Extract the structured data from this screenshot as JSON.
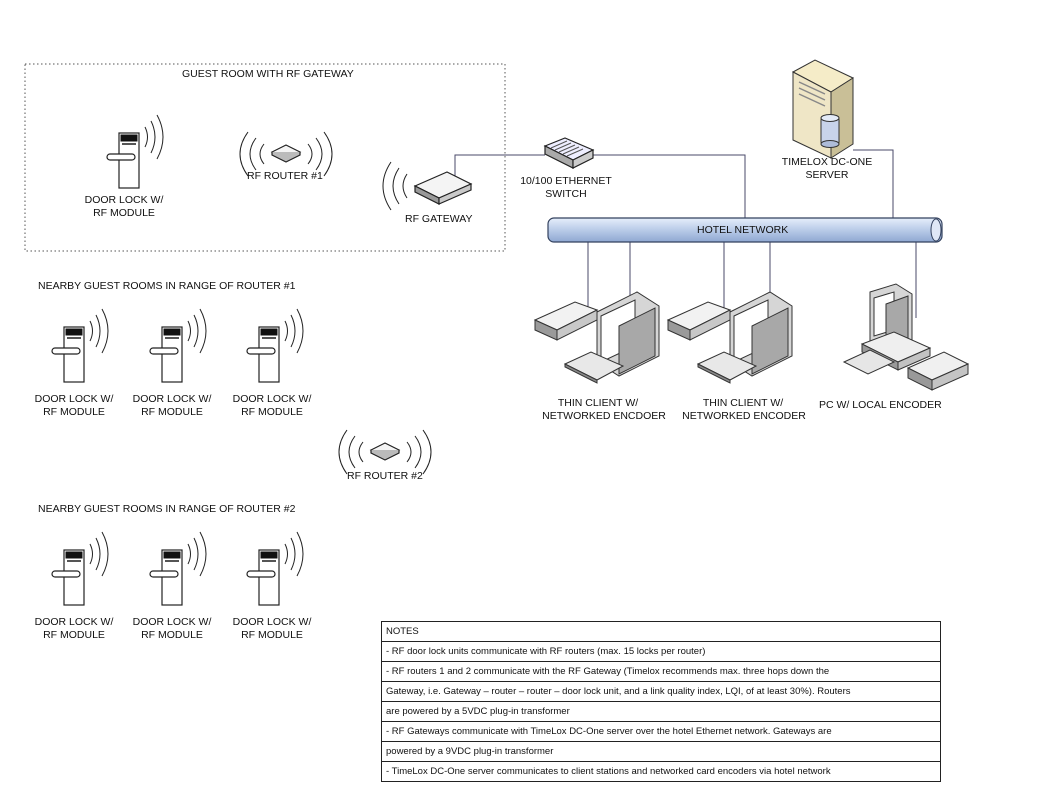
{
  "guest_room_title": "GUEST ROOM WITH RF GATEWAY",
  "door_lock_label": [
    "DOOR LOCK W/",
    "RF MODULE"
  ],
  "router1_label": "RF ROUTER #1",
  "router2_label": "RF ROUTER #2",
  "gateway_label": "RF GATEWAY",
  "switch_label": [
    "10/100 ETHERNET",
    "SWITCH"
  ],
  "server_label": [
    "TIMELOX DC-ONE",
    "SERVER"
  ],
  "network_label": "HOTEL NETWORK",
  "thin_client1_label": [
    "THIN CLIENT W/",
    "NETWORKED ENCDOER"
  ],
  "thin_client2_label": [
    "THIN CLIENT W/",
    "NETWORKED ENCODER"
  ],
  "pc_label": "PC W/ LOCAL ENCODER",
  "nearby_router1_title": "NEARBY GUEST ROOMS IN RANGE OF ROUTER #1",
  "nearby_router2_title": "NEARBY GUEST ROOMS IN RANGE OF ROUTER #2",
  "notes": {
    "header": "NOTES",
    "lines": [
      "- RF door lock units communicate with RF routers (max. 15 locks per router)",
      "- RF routers 1 and 2 communicate with the RF Gateway (Timelox recommends max. three hops down the",
      "Gateway, i.e. Gateway – router – router – door lock unit, and a link quality index, LQI, of at least 30%). Routers",
      "are powered by a 5VDC plug-in transformer",
      "- RF Gateways communicate with TimeLox DC-One server over the hotel Ethernet network. Gateways are",
      "powered by a 9VDC plug-in transformer",
      "- TimeLox DC-One server communicates to client stations and networked card encoders via hotel network"
    ]
  }
}
